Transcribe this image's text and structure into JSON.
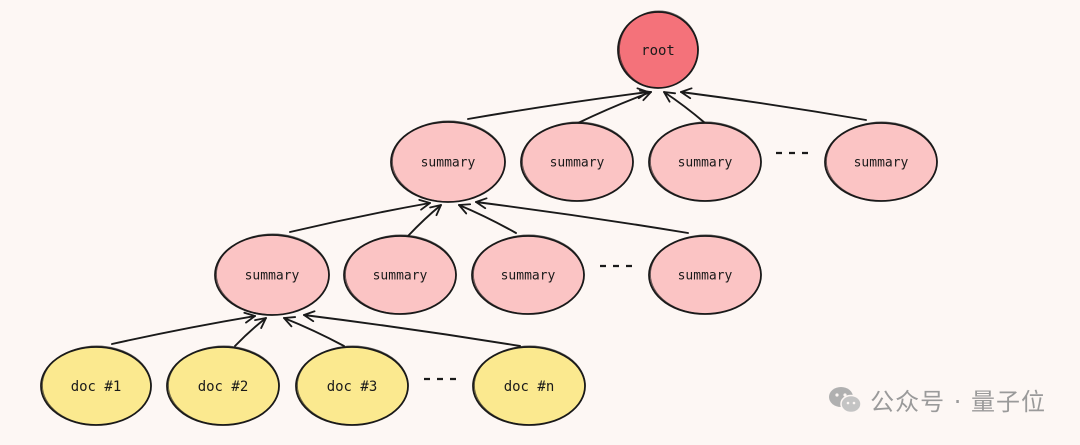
{
  "diagram": {
    "colors": {
      "root_fill": "#f4727a",
      "summary_fill": "#fbc4c4",
      "doc_fill": "#fbe98f",
      "stroke": "#1a1a1a"
    },
    "nodes": [
      {
        "id": "root",
        "label": "root",
        "kind": "root"
      },
      {
        "id": "s1a",
        "label": "summary",
        "kind": "summary"
      },
      {
        "id": "s1b",
        "label": "summary",
        "kind": "summary"
      },
      {
        "id": "s1c",
        "label": "summary",
        "kind": "summary"
      },
      {
        "id": "s1d",
        "label": "summary",
        "kind": "summary"
      },
      {
        "id": "s2a",
        "label": "summary",
        "kind": "summary"
      },
      {
        "id": "s2b",
        "label": "summary",
        "kind": "summary"
      },
      {
        "id": "s2c",
        "label": "summary",
        "kind": "summary"
      },
      {
        "id": "s2d",
        "label": "summary",
        "kind": "summary"
      },
      {
        "id": "d1",
        "label": "doc #1",
        "kind": "doc"
      },
      {
        "id": "d2",
        "label": "doc #2",
        "kind": "doc"
      },
      {
        "id": "d3",
        "label": "doc #3",
        "kind": "doc"
      },
      {
        "id": "dn",
        "label": "doc #n",
        "kind": "doc"
      }
    ],
    "edges": [
      {
        "from": "s1a",
        "to": "root"
      },
      {
        "from": "s1b",
        "to": "root"
      },
      {
        "from": "s1c",
        "to": "root"
      },
      {
        "from": "s1d",
        "to": "root"
      },
      {
        "from": "s2a",
        "to": "s1a"
      },
      {
        "from": "s2b",
        "to": "s1a"
      },
      {
        "from": "s2c",
        "to": "s1a"
      },
      {
        "from": "s2d",
        "to": "s1a"
      },
      {
        "from": "d1",
        "to": "s2a"
      },
      {
        "from": "d2",
        "to": "s2a"
      },
      {
        "from": "d3",
        "to": "s2a"
      },
      {
        "from": "dn",
        "to": "s2a"
      }
    ]
  },
  "watermark": {
    "icon": "wechat-icon",
    "text": "公众号 · 量子位"
  }
}
